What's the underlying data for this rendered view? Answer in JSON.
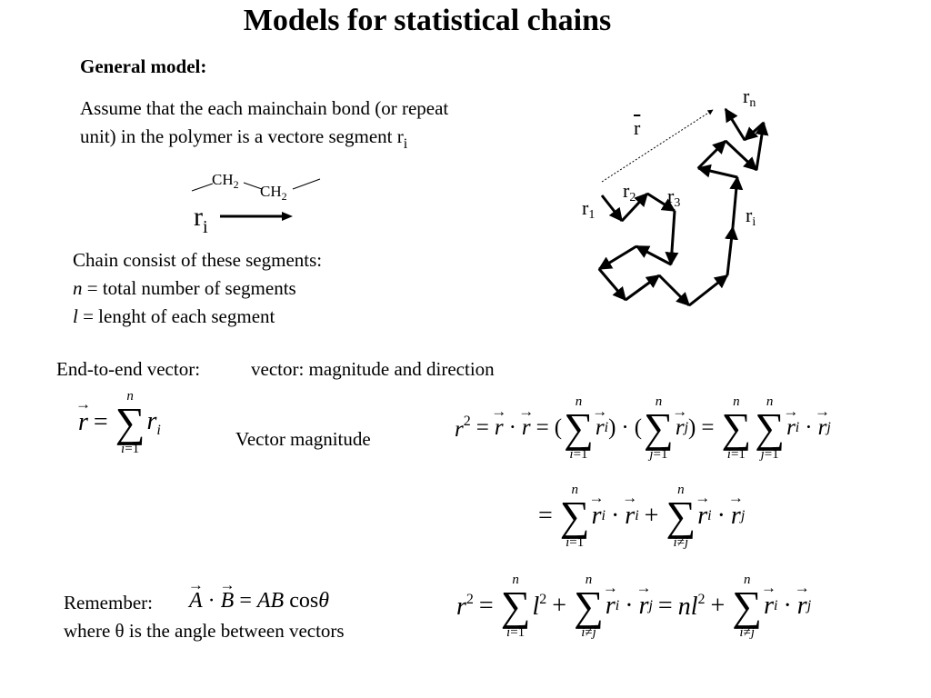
{
  "title": "Models for statistical chains",
  "general_model": {
    "heading": "General model:",
    "assume_line1": "Assume that the each mainchain bond (or repeat",
    "assume_line2": "unit) in the polymer is a vectore segment r",
    "assume_sub": "i"
  },
  "molecule": {
    "ch": "CH",
    "two": "2",
    "r": "r",
    "i": "i"
  },
  "chain_diagram": {
    "r_n": "r",
    "n_sub": "n",
    "r_bar": "r",
    "r_1": "r",
    "sub_1": "1",
    "r_2": "r",
    "sub_2": "2",
    "r_3": "r",
    "sub_3": "3",
    "r_i": "r",
    "sub_i": "i"
  },
  "chain_info": {
    "line1": "Chain consist of these segments:",
    "n_sym": "n",
    "n_text": " = total number of segments",
    "l_sym": "l",
    "l_text": " = lenght of each segment"
  },
  "end_to_end": {
    "label": "End-to-end vector:",
    "desc": "vector: magnitude and direction"
  },
  "vector_magnitude": "Vector magnitude",
  "remember": {
    "label": "Remember:",
    "where_line": "where θ is the angle between vectors"
  },
  "colors": {
    "text": "#000000",
    "background": "#ffffff"
  }
}
